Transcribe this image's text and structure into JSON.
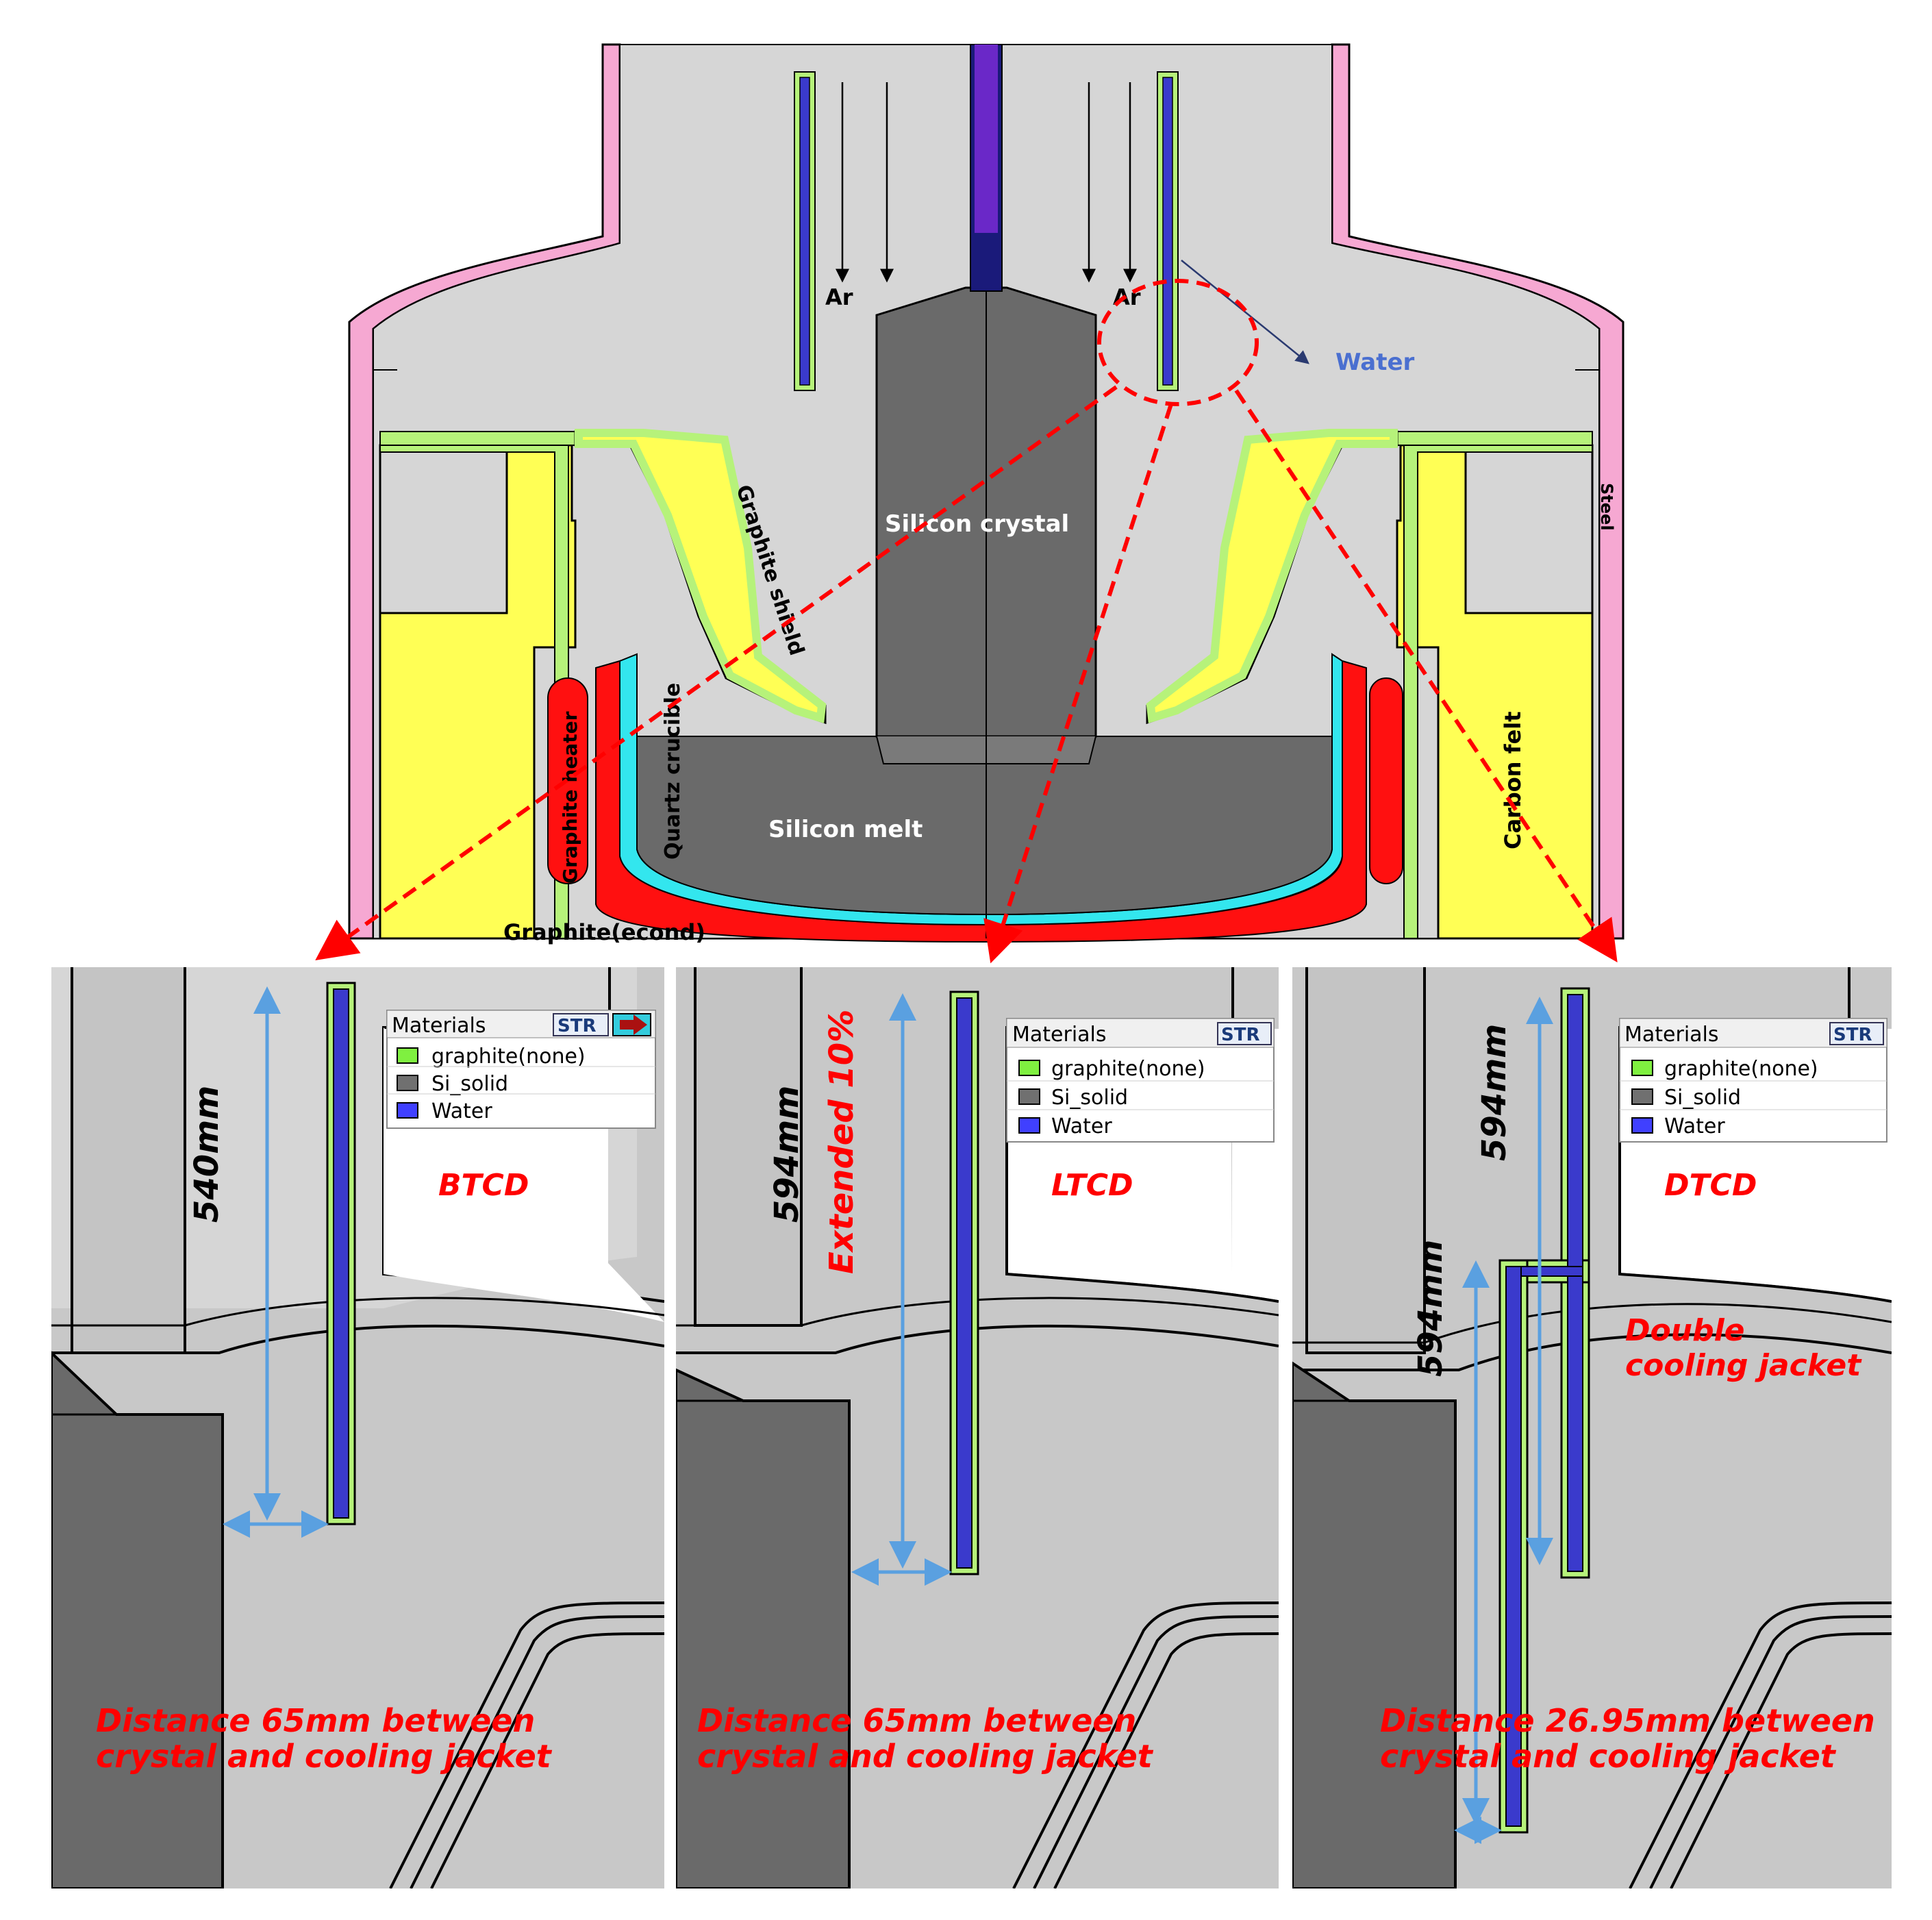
{
  "overview": {
    "labels": {
      "ar_left": "Ar",
      "ar_right": "Ar",
      "water": "Water",
      "silicon_crystal": "Silicon crystal",
      "silicon_melt": "Silicon melt",
      "graphite_shield": "Graphite shield",
      "quartz_crucible": "Quartz crucible",
      "graphite_heater": "Graphite heater",
      "carbon_felt": "Carbon felt",
      "steel": "Steel",
      "graphite_econd": "Graphite(econd)"
    }
  },
  "panels": [
    {
      "tag": "BTCD",
      "dimension": "540mm",
      "distance_line1": "Distance 65mm between",
      "distance_line2": "crystal and cooling jacket"
    },
    {
      "tag": "LTCD",
      "dimension": "594mm",
      "extension": "Extended 10%",
      "distance_line1": "Distance 65mm between",
      "distance_line2": "crystal and cooling jacket"
    },
    {
      "tag": "DTCD",
      "dimension": "594mm",
      "dimension2": "594mm",
      "extra": "Double",
      "extra2": "cooling jacket",
      "distance_line1": "Distance 26.95mm between",
      "distance_line2": "crystal and cooling jacket"
    }
  ],
  "legend": {
    "title": "Materials",
    "badge": "STR",
    "items": [
      {
        "label": "graphite(none)",
        "color": "#7ff040"
      },
      {
        "label": "Si_solid",
        "color": "#707070"
      },
      {
        "label": "Water",
        "color": "#4040ff"
      }
    ]
  },
  "colors": {
    "steel": "#f6a8d2",
    "graphite": "#b6f27a",
    "felt": "#ffff55",
    "heater": "#ff1010",
    "quartz": "#33e6ee",
    "silicon": "#6a6a6a",
    "water": "#3a3acc",
    "gas": "#d6d6d6",
    "accent_red": "#ff0000",
    "dimension_blue": "#5aa0e0"
  }
}
